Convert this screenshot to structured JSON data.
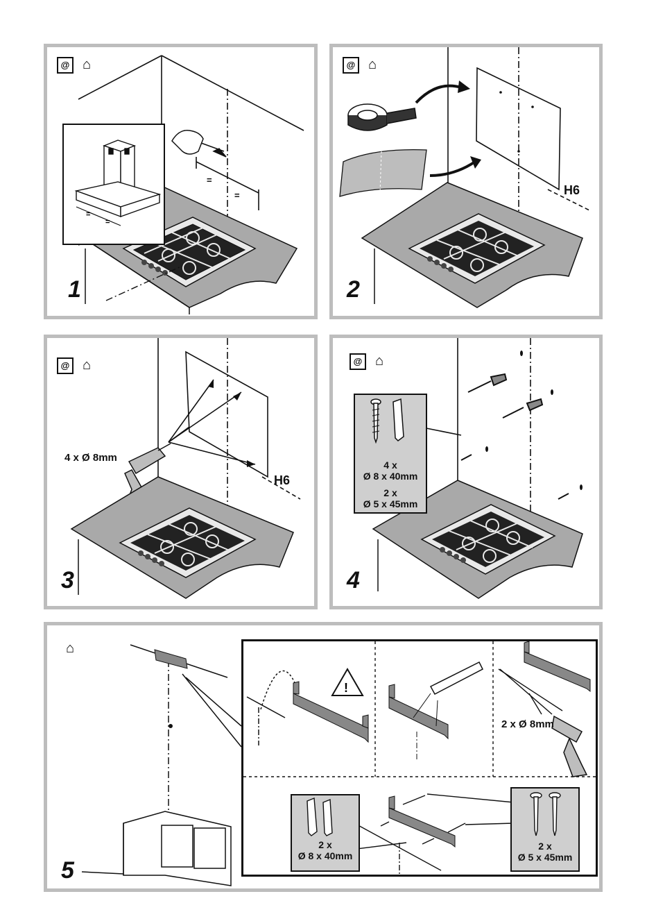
{
  "steps": [
    {
      "number": "1"
    },
    {
      "number": "2",
      "height_mark": "H6"
    },
    {
      "number": "3",
      "drill_label": "4 x Ø 8mm",
      "height_mark": "H6"
    },
    {
      "number": "4",
      "count_a": "4 x",
      "size_a": "Ø 8 x 40mm",
      "count_b": "2 x",
      "size_b": "Ø 5 x 45mm"
    },
    {
      "number": "5",
      "drill_label": "2 x Ø 8mm",
      "plug_count": "2 x",
      "plug_size": "Ø 8 x 40mm",
      "screw_count": "2 x",
      "screw_size": "Ø 5 x 45mm",
      "warning_symbol": "!"
    }
  ],
  "icons": {
    "panel1": [
      "professional-install-icon",
      "house-icon"
    ],
    "panel2": [
      "professional-install-icon",
      "house-icon"
    ],
    "panel3": [
      "professional-install-icon",
      "house-icon"
    ],
    "panel4": [
      "professional-install-icon",
      "house-icon"
    ],
    "panel5": [
      "house-icon"
    ]
  },
  "colors": {
    "panel_border": "#bdbdbd",
    "worktop": "#a9a9a9",
    "callout_fill": "#cfcfcf",
    "line": "#111111"
  }
}
